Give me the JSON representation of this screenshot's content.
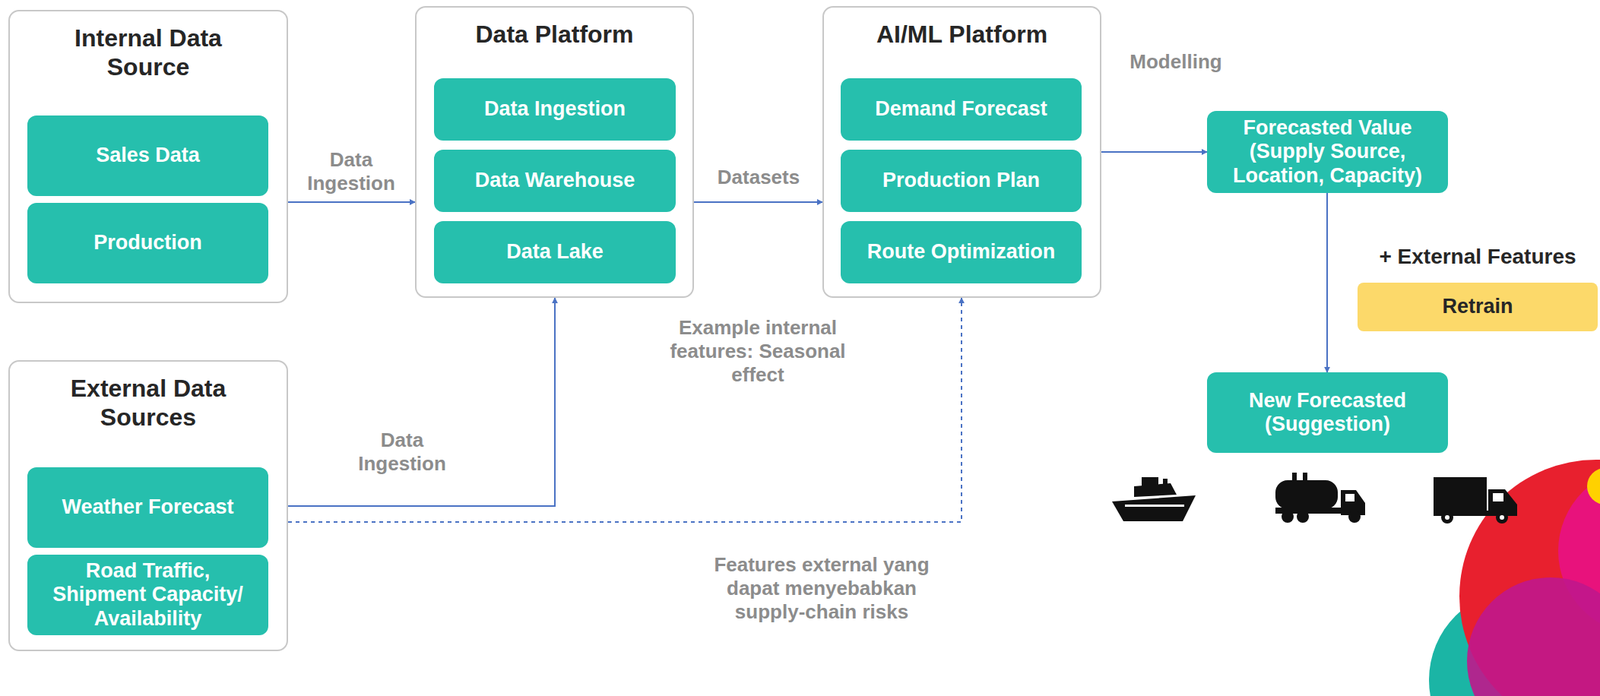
{
  "diagram": {
    "nodes": [
      {
        "text": [
          "Internal Data Source"
        ]
      },
      {
        "text": [
          "Sales Data"
        ],
        "in": 0
      },
      {
        "text": [
          "Production"
        ],
        "in": 0
      },
      {
        "text": [
          "Data Platform"
        ]
      },
      {
        "text": [
          "Data Ingestion"
        ],
        "in": 3
      },
      {
        "text": [
          "Data Warehouse"
        ],
        "in": 3
      },
      {
        "text": [
          "Data Lake"
        ],
        "in": 3
      },
      {
        "text": [
          "AI/ML Platform"
        ]
      },
      {
        "text": [
          "Demand Forecast"
        ],
        "in": 7
      },
      {
        "text": [
          "Production Plan"
        ],
        "in": 7
      },
      {
        "text": [
          "Route Optimization"
        ],
        "in": 7
      },
      {
        "text": [
          "Forecasted Value (Supply Source, Location, Capacity)"
        ]
      },
      {
        "text": [
          "+ External Features",
          "Retrain"
        ]
      },
      {
        "text": [
          "New Forecasted (Suggestion)"
        ]
      },
      {
        "text": [
          "External Data Sources"
        ]
      },
      {
        "text": [
          "Weather Forecast"
        ],
        "in": 14
      },
      {
        "text": [
          "Road Traffic, Shipment Capacity/ Availability"
        ],
        "in": 14
      }
    ],
    "edges": [
      {
        "from": 0,
        "to": 3,
        "label": "Data Ingestion",
        "arrow": "to"
      },
      {
        "from": 14,
        "to": 3,
        "label": "Data Ingestion",
        "arrow": "to"
      },
      {
        "from": 3,
        "to": 7,
        "label": "Datasets",
        "arrow": "to"
      },
      {
        "from": 14,
        "to": 7,
        "label": "Features external yang dapat menyebabkan supply-chain risks",
        "arrow": "to"
      },
      {
        "from": 7,
        "to": 11,
        "label": "Modelling",
        "arrow": "to"
      },
      {
        "from": 11,
        "to": 13,
        "arrow": "to"
      }
    ],
    "labels": [
      "Example internal features: Seasonal effect"
    ]
  }
}
